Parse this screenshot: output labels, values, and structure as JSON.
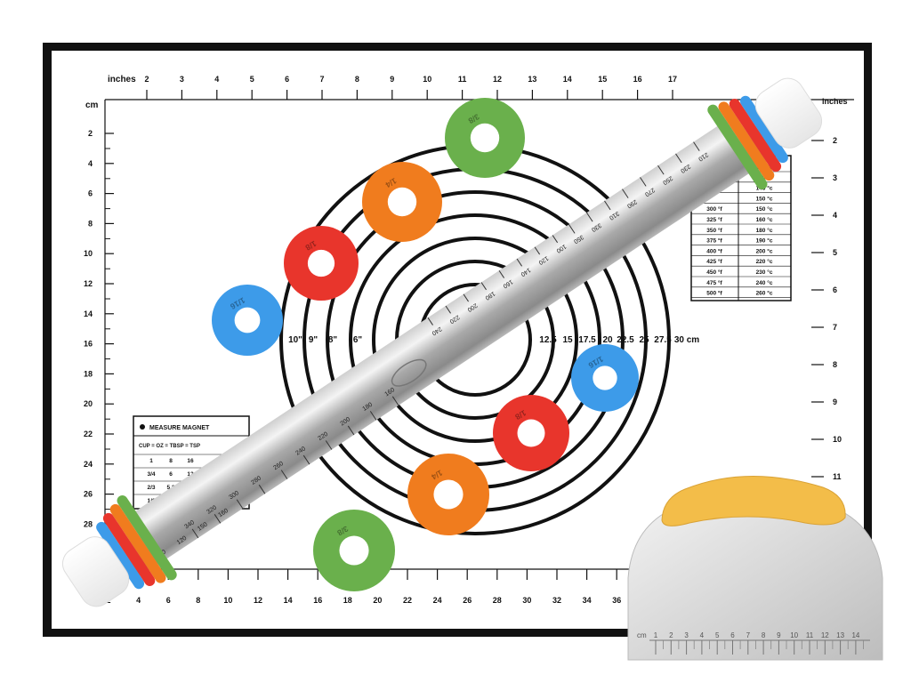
{
  "mat": {
    "label_inches": "inches",
    "label_cm": "cm",
    "inch_top": [
      "2",
      "3",
      "4",
      "5",
      "6",
      "7",
      "8",
      "9",
      "10",
      "11",
      "12",
      "13",
      "14",
      "15",
      "16",
      "17"
    ],
    "cm_left": [
      "2",
      "4",
      "6",
      "8",
      "10",
      "12",
      "14",
      "16",
      "18",
      "20",
      "22",
      "24",
      "26",
      "28"
    ],
    "inch_right": [
      "2",
      "3",
      "4",
      "5",
      "6",
      "7",
      "8",
      "9",
      "10",
      "11"
    ],
    "cm_bottom": [
      "2",
      "4",
      "6",
      "8",
      "10",
      "12",
      "14",
      "16",
      "18",
      "20",
      "22",
      "24",
      "26",
      "28",
      "30",
      "32",
      "34",
      "36"
    ],
    "inch_label_right": "inches",
    "circle_sizes_left": [
      "10\"",
      "9\"",
      "8\"",
      "6\""
    ],
    "circle_sizes_right": [
      "12.5",
      "15",
      "17.5",
      "20",
      "22.5",
      "25",
      "27.5",
      "30 cm"
    ],
    "temp_table": {
      "rows": [
        [
          "",
          "135 °c"
        ],
        [
          "",
          "140 °c"
        ],
        [
          "",
          "145 °c"
        ],
        [
          "",
          "150 °c"
        ],
        [
          "300 °f",
          "150 °c"
        ],
        [
          "325 °f",
          "160 °c"
        ],
        [
          "350 °f",
          "180 °c"
        ],
        [
          "375 °f",
          "190 °c"
        ],
        [
          "400 °f",
          "200 °c"
        ],
        [
          "425 °f",
          "220 °c"
        ],
        [
          "450 °f",
          "230 °c"
        ],
        [
          "475 °f",
          "240 °c"
        ],
        [
          "500 °f",
          "260 °c"
        ]
      ]
    },
    "measure_table": {
      "title": "MEASURE MAGNET",
      "header": "CUP = OZ = TBSP = TSP",
      "rows": [
        [
          "1",
          "8",
          "16"
        ],
        [
          "3/4",
          "6",
          "12"
        ],
        [
          "2/3",
          "5.3",
          ""
        ],
        [
          "1/2",
          "",
          ""
        ]
      ]
    }
  },
  "rolling_pin": {
    "scale_upper": [
      "210",
      "230",
      "250",
      "270",
      "290",
      "310",
      "330",
      "350"
    ],
    "scale_lower": [
      "160",
      "180",
      "200",
      "220",
      "240",
      "260",
      "280",
      "300",
      "320",
      "340"
    ],
    "scale_tail": [
      "100",
      "120",
      "140",
      "160",
      "180",
      "200",
      "220",
      "240"
    ],
    "scale_lower_tail": [
      "100",
      "120",
      "150",
      "160"
    ]
  },
  "rings": [
    {
      "label": "3/8",
      "color": "#6ab04c"
    },
    {
      "label": "1/4",
      "color": "#f07c1e"
    },
    {
      "label": "1/8",
      "color": "#e8352c"
    },
    {
      "label": "1/16",
      "color": "#3d9be9"
    },
    {
      "label": "1/16",
      "color": "#3d9be9"
    },
    {
      "label": "1/8",
      "color": "#e8352c"
    },
    {
      "label": "1/4",
      "color": "#f07c1e"
    },
    {
      "label": "3/8",
      "color": "#6ab04c"
    }
  ],
  "scraper": {
    "unit": "cm",
    "ticks": [
      "1",
      "2",
      "3",
      "4",
      "5",
      "6",
      "7",
      "8",
      "9",
      "10",
      "11",
      "12",
      "13",
      "14"
    ],
    "handle_color": "#f3bd49"
  },
  "colors": {
    "mat_border": "#111111",
    "ring_green": "#6ab04c",
    "ring_orange": "#f07c1e",
    "ring_red": "#e8352c",
    "ring_blue": "#3d9be9"
  }
}
